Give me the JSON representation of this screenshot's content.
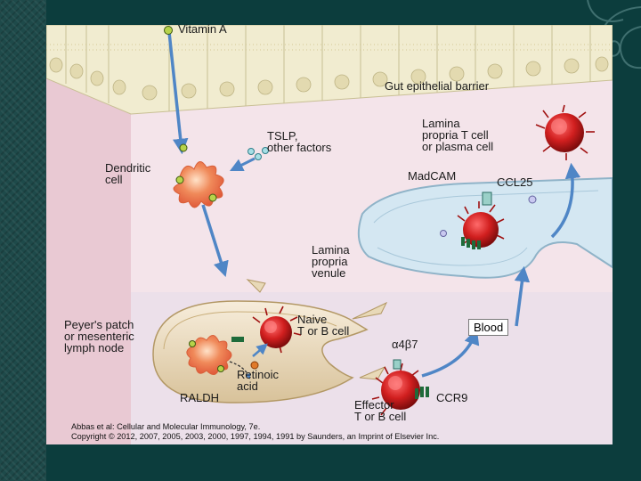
{
  "labels": {
    "vitamin_a": "Vitamin A",
    "gut_barrier": "Gut epithelial barrier",
    "tslp": "TSLP,\nother factors",
    "dendritic_cell": "Dendritic\ncell",
    "lamina_t_cell": "Lamina\npropria T cell\nor plasma cell",
    "madcam": "MadCAM",
    "ccl25": "CCL25",
    "lamina_venule": "Lamina\npropria\nvenule",
    "peyers_patch": "Peyer's patch\nor mesenteric\nlymph node",
    "naive_cell": "Naive\nT or B cell",
    "alpha4beta7": "α4β7",
    "blood": "Blood",
    "retinoic_acid": "Retinoic\nacid",
    "raldh": "RALDH",
    "ccr9": "CCR9",
    "effector_cell": "Effector\nT or B cell"
  },
  "caption": {
    "line1": "Abbas et al: Cellular and Molecular Immunology, 7e.",
    "line2": "Copyright © 2012, 2007, 2005, 2003, 2000, 1997, 1994, 1991 by Saunders, an Imprint of Elsevier Inc."
  },
  "colors": {
    "background": "#0c3d3d",
    "arrow": "#5b8fc9",
    "cell_red": "#c81e1e",
    "tissue_pink": "#efdde3",
    "epithelium": "#f1ecd0",
    "venule": "#d4e7f2"
  }
}
